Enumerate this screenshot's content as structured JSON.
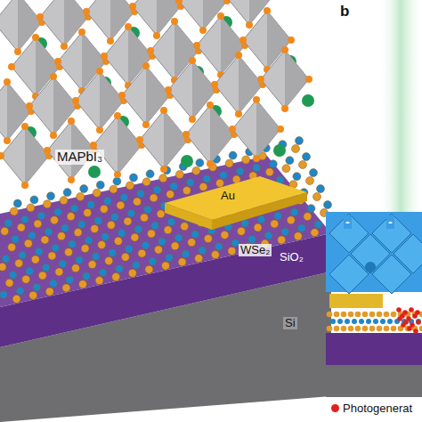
{
  "diagram": {
    "labels": [
      "MAPbI₃",
      "Au",
      "WSe₂",
      "SiO₂",
      "Si",
      "b",
      "-",
      "-"
    ],
    "legend": [
      {
        "text": "Photogenerat",
        "color": "#e0201b"
      }
    ]
  }
}
